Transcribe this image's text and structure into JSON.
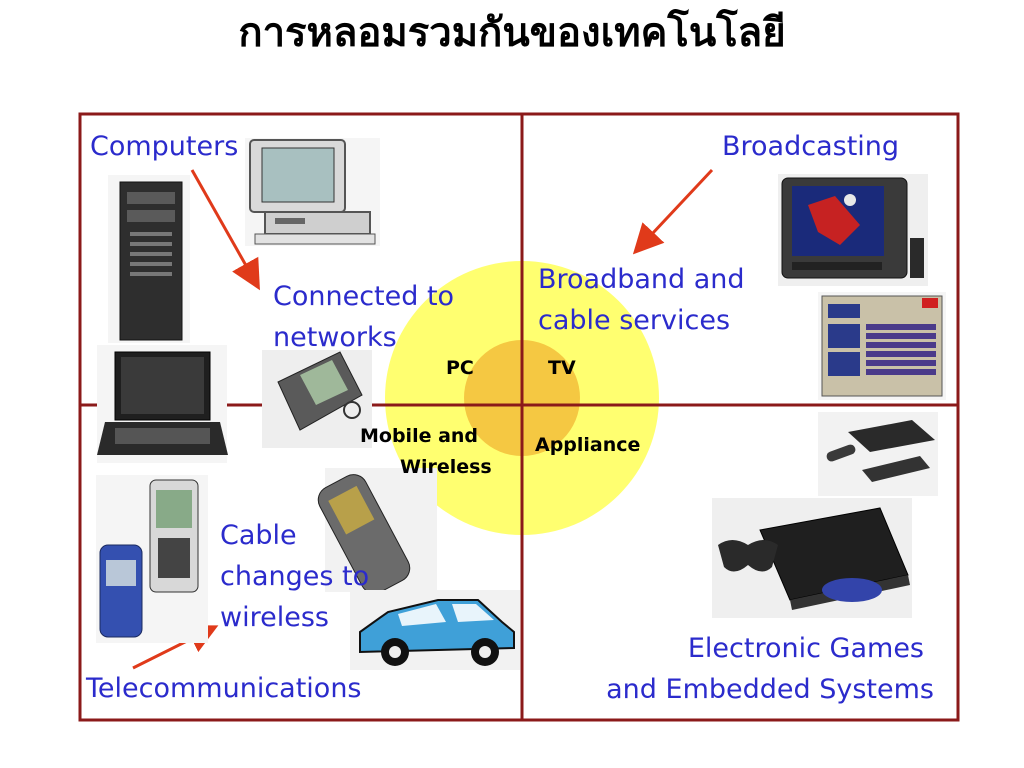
{
  "title": "การหลอมรวมกันของเทคโนโลยี",
  "quadrants": {
    "computers": "Computers",
    "connected": [
      "Connected to",
      "networks"
    ],
    "broadcasting": "Broadcasting",
    "broadband": [
      "Broadband and",
      "cable services"
    ],
    "cable_wireless": [
      "Cable",
      "changes to",
      "wireless"
    ],
    "telecom": "Telecommunications",
    "games": [
      "Electronic Games",
      "and Embedded Systems"
    ]
  },
  "center": {
    "pc": "PC",
    "tv": "TV",
    "mobile": [
      "Mobile and",
      "Wireless"
    ],
    "appliance": "Appliance"
  },
  "colors": {
    "frame": "#8b1a1a",
    "label_text": "#2b2bcc",
    "arrow": "#e03a1a",
    "outer_circle": "#ffff70",
    "inner_circle": "#f5c842"
  },
  "icons": [
    "desktop-computer-icon",
    "tower-pc-icon",
    "laptop-icon",
    "pda-icon",
    "television-icon",
    "cable-guide-screen-icon",
    "set-top-box-icon",
    "game-console-icon",
    "mobile-phone-icon",
    "car-icon"
  ]
}
